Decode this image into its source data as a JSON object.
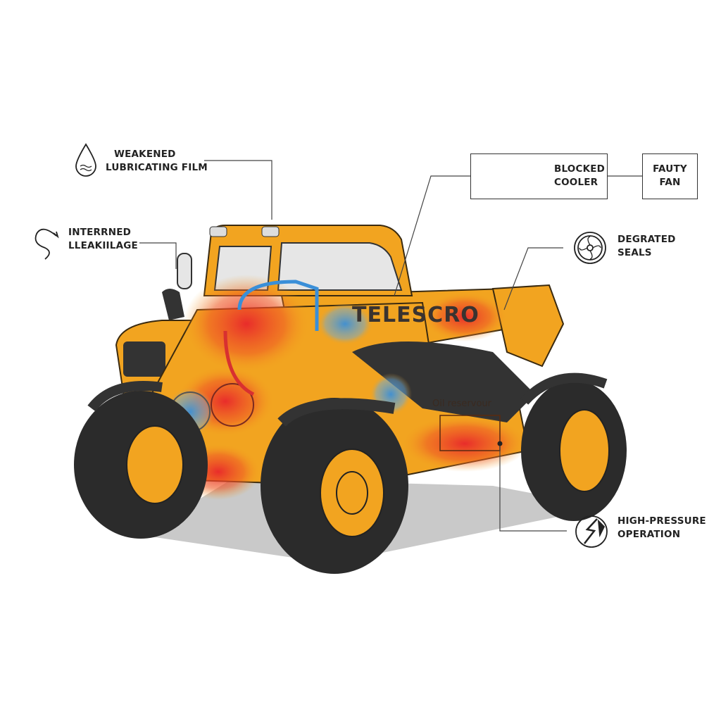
{
  "callouts": {
    "lubricating_film": {
      "line1": "WEAKENED",
      "line2": "LUBRICATING FILM",
      "icon": "oil-drop-icon"
    },
    "internal_leakage": {
      "line1": "INTERRNED",
      "line2": "LLEAKIILAGE",
      "icon": "swirl-arrow-icon"
    },
    "blocked_cooler": {
      "line1": "BLOCKED",
      "line2": "COOLER",
      "icon": "radiator-icon"
    },
    "faulty_fan": {
      "line1": "FAUTY",
      "line2": "FAN"
    },
    "degraded_seals": {
      "line1": "DEGRATED",
      "line2": "SEALS",
      "icon": "fan-icon"
    },
    "high_pressure": {
      "line1": "HIGH-PRESSURE",
      "line2": "OPERATION",
      "icon": "lightning-crack-icon"
    }
  },
  "vehicle": {
    "brand": "TELESCRO",
    "reservoir_label": "Oil reservour",
    "colors": {
      "body": "#F2A420",
      "hot": "#E8262B",
      "cool": "#3A8FD8",
      "tire": "#2B2B2B"
    }
  }
}
